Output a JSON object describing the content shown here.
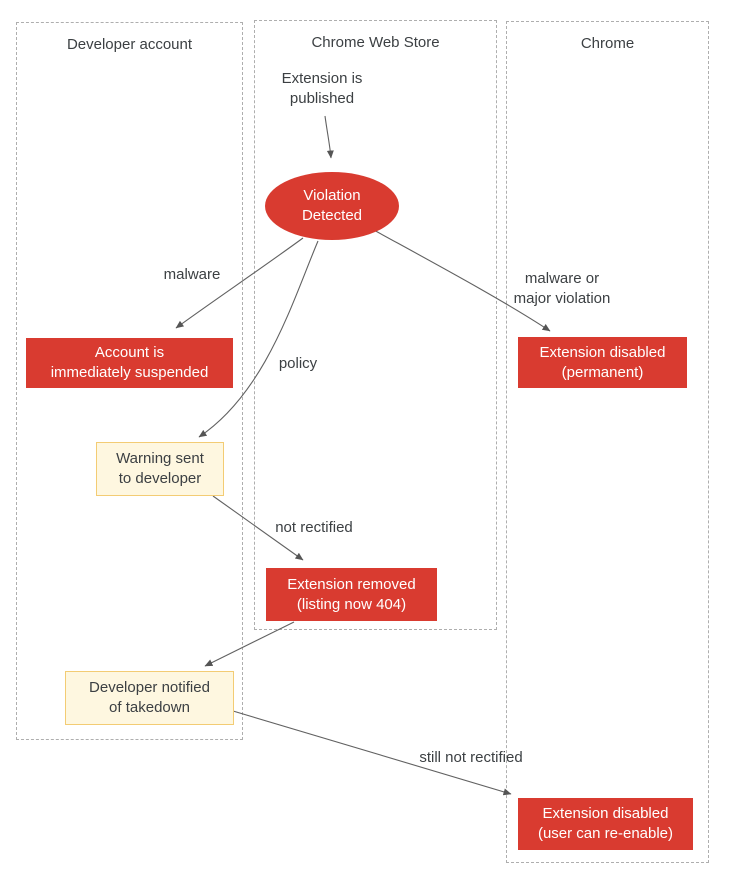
{
  "lanes": [
    {
      "label": "Developer account"
    },
    {
      "label": "Chrome Web Store"
    },
    {
      "label": "Chrome"
    }
  ],
  "nodes": {
    "published": "Extension is\npublished",
    "violation": "Violation\nDetected",
    "account_suspended": "Account is\nimmediately suspended",
    "extension_disabled_permanent": "Extension disabled\n(permanent)",
    "warning_sent": "Warning sent\nto developer",
    "extension_removed": "Extension removed\n(listing now 404)",
    "developer_notified": "Developer notified\nof takedown",
    "extension_disabled_reenable": "Extension disabled\n(user can re-enable)"
  },
  "edge_labels": {
    "malware": "malware",
    "policy": "policy",
    "not_rectified": "not rectified",
    "malware_or_major": "malware or\nmajor violation",
    "still_not_rectified": "still not rectified"
  },
  "colors": {
    "danger_fill": "#d93b30",
    "danger_text": "#ffffff",
    "warning_fill": "#fef7e0",
    "warning_border": "#f3cc74",
    "text": "#3c4043",
    "lane_border": "#aeaeae",
    "arrow": "#616161"
  }
}
